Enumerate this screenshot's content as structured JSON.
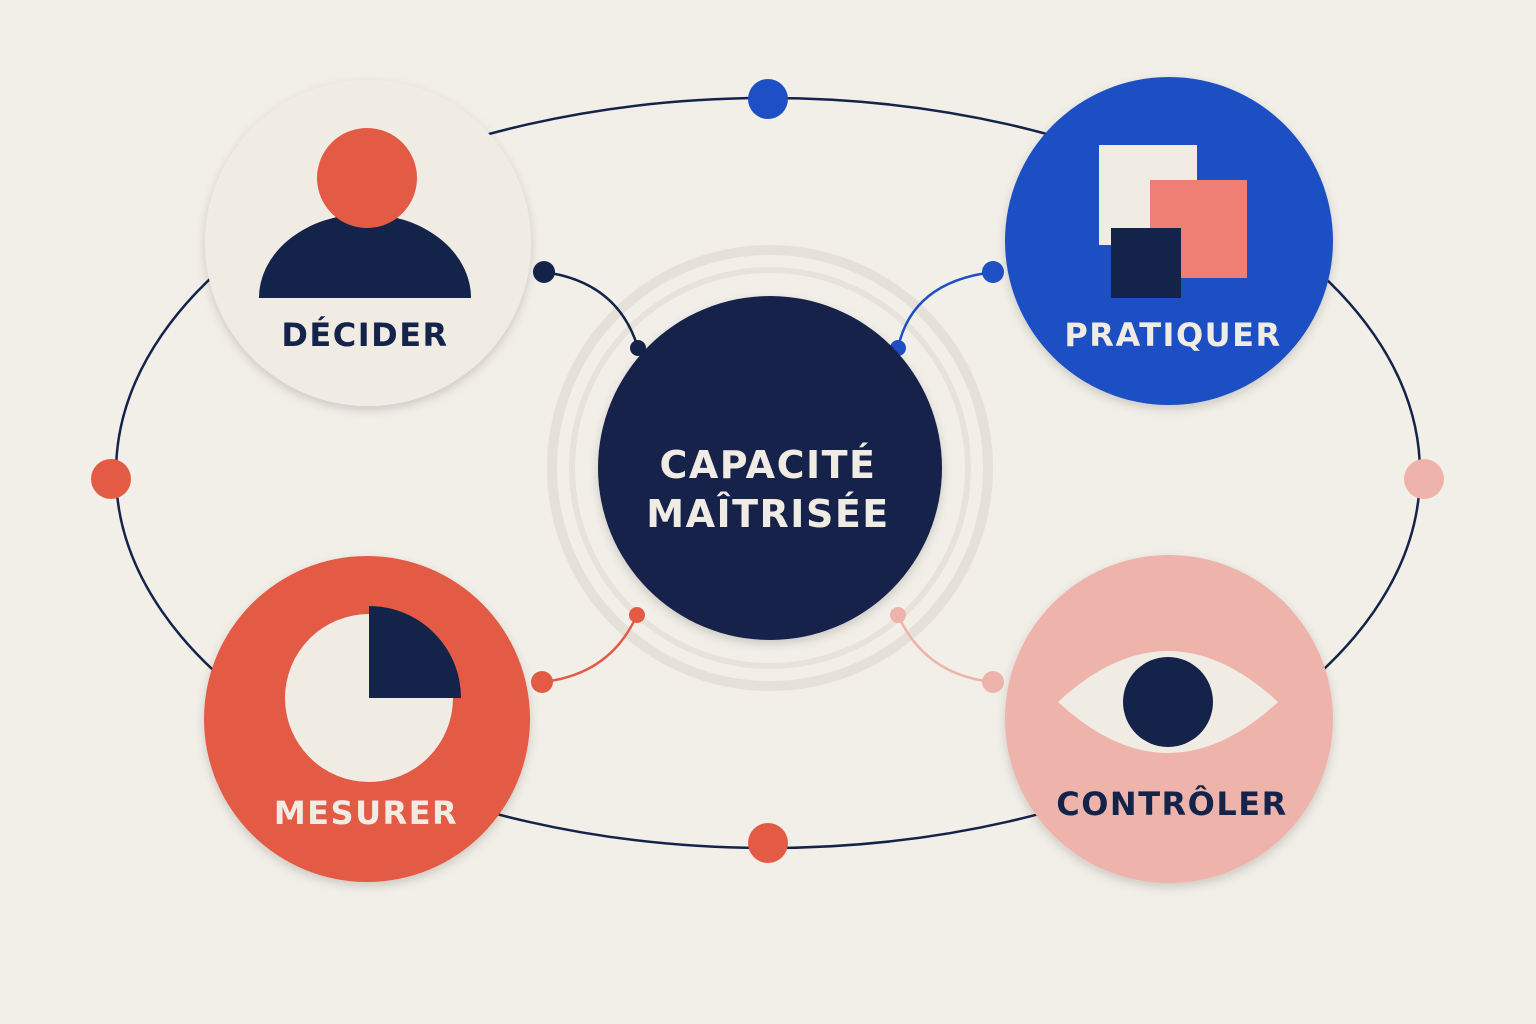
{
  "center": {
    "line1": "CAPACITÉ",
    "line2": "MAÎTRISÉE"
  },
  "nodes": {
    "decider": {
      "label": "DÉCIDER",
      "icon": "person-icon"
    },
    "pratiquer": {
      "label": "PRATIQUER",
      "icon": "overlapping-squares-icon"
    },
    "mesurer": {
      "label": "MESURER",
      "icon": "quarter-pie-icon"
    },
    "controler": {
      "label": "CONTRÔLER",
      "icon": "eye-icon"
    }
  },
  "colors": {
    "background": "#f2efe8",
    "navy": "#14234a",
    "blue": "#1f4fc4",
    "coral": "#e35a45",
    "pink": "#eeb3ab",
    "cream": "#f0ece3",
    "salmon": "#ef7e74"
  }
}
